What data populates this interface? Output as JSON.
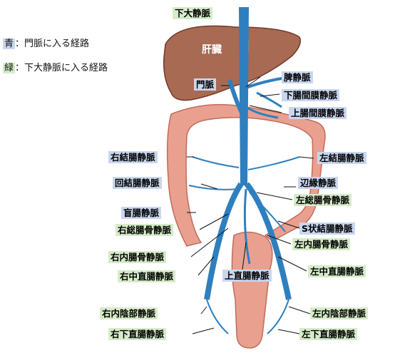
{
  "legend": {
    "blue_key": "青",
    "blue_text": "：門脈に入る経路",
    "green_key": "緑",
    "green_text": "：下大静脈に入る経路"
  },
  "colors": {
    "blue_highlight": "#c9d6ee",
    "green_highlight": "#d6ecc9",
    "vein": "#2f7fbf",
    "liver": "#a86a52",
    "colon": "#e9a08f"
  },
  "labels": {
    "ivc": "下大静脈",
    "liver": "肝臓",
    "portal_vein": "門脈",
    "splenic_vein": "脾静脈",
    "inferior_mesenteric_vein": "下腸間膜静脈",
    "superior_mesenteric_vein": "上腸間膜静脈",
    "right_colic_vein": "右結腸静脈",
    "left_colic_vein": "左結腸静脈",
    "ileocolic_vein": "回結腸静脈",
    "marginal_vein": "辺縁静脈",
    "left_common_iliac_vein": "左総腸骨静脈",
    "cecal_vein": "盲腸静脈",
    "sigmoid_vein": "S状結腸静脈",
    "right_common_iliac_vein": "右総腸骨静脈",
    "left_internal_iliac_vein": "左内腸骨静脈",
    "right_internal_iliac_vein": "右内腸骨静脈",
    "superior_rectal_vein": "上直腸静脈",
    "left_middle_rectal_vein": "左中直腸静脈",
    "right_middle_rectal_vein": "右中直腸静脈",
    "right_internal_pudendal_vein": "右内陰部静脈",
    "left_internal_pudendal_vein": "左内陰部静脈",
    "right_inferior_rectal_vein": "右下直腸静脈",
    "left_inferior_rectal_vein": "左下直腸静脈"
  }
}
